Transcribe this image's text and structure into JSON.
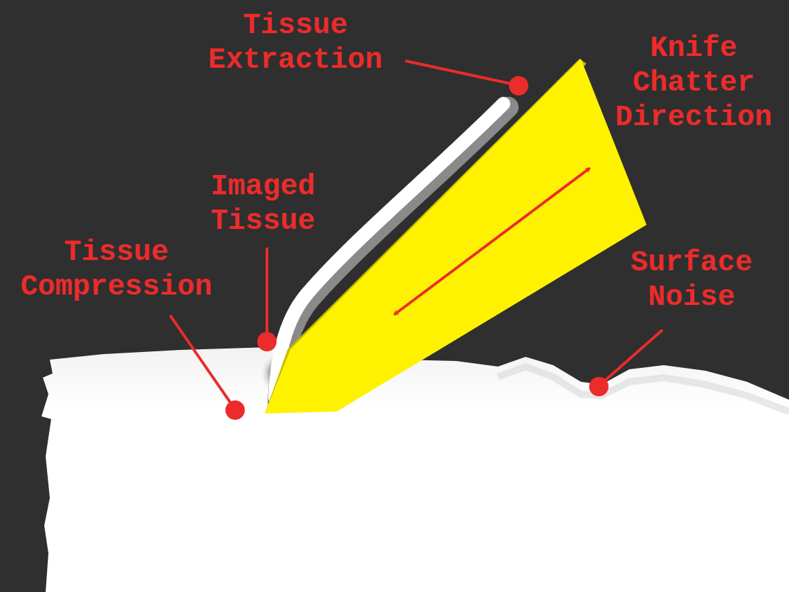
{
  "diagram": {
    "labels": [
      "Tissue Extraction",
      "Knife Chatter Direction",
      "Imaged Tissue",
      "Tissue Compression",
      "Surface Noise"
    ]
  }
}
